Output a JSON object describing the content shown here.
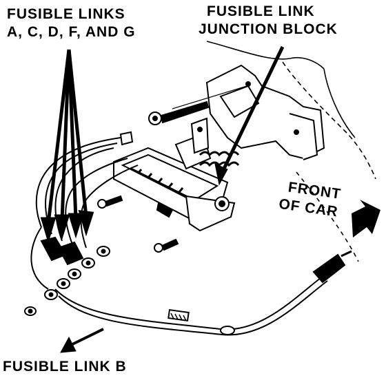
{
  "labels": {
    "fusible_links_group_line1": "FUSIBLE LINKS",
    "fusible_links_group_line2": "A, C, D, F, AND G",
    "junction_block_line1": "FUSIBLE LINK",
    "junction_block_line2": "JUNCTION BLOCK",
    "front_line1": "FRONT",
    "front_line2": "OF CAR",
    "fusible_link_b": "FUSIBLE LINK B"
  },
  "colors": {
    "ink": "#000000",
    "paper": "#ffffff"
  }
}
